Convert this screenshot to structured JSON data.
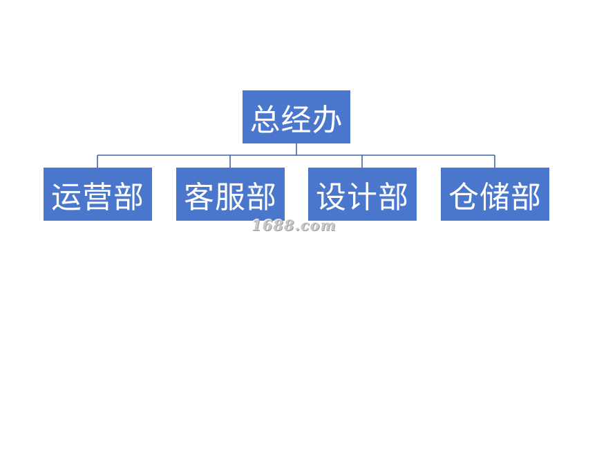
{
  "org_chart": {
    "root": {
      "label": "总经办"
    },
    "children": [
      {
        "label": "运营部"
      },
      {
        "label": "客服部"
      },
      {
        "label": "设计部"
      },
      {
        "label": "仓储部"
      }
    ]
  },
  "watermark": {
    "text": "1688.com"
  },
  "colors": {
    "node_fill": "#4a76cc",
    "node_text": "#ffffff",
    "connector": "#3f63a8",
    "background": "#ffffff"
  }
}
